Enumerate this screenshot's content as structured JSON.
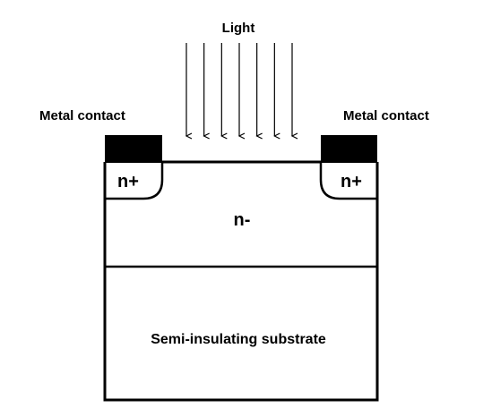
{
  "diagram": {
    "light_label": "Light",
    "left_contact_label": "Metal contact",
    "right_contact_label": "Metal contact",
    "left_region_label": "n+",
    "right_region_label": "n+",
    "active_region_label": "n-",
    "substrate_label": "Semi-insulating substrate",
    "light_ray_count": 7,
    "colors": {
      "stroke": "#000000",
      "contact_fill": "#000000",
      "background": "#ffffff"
    }
  }
}
